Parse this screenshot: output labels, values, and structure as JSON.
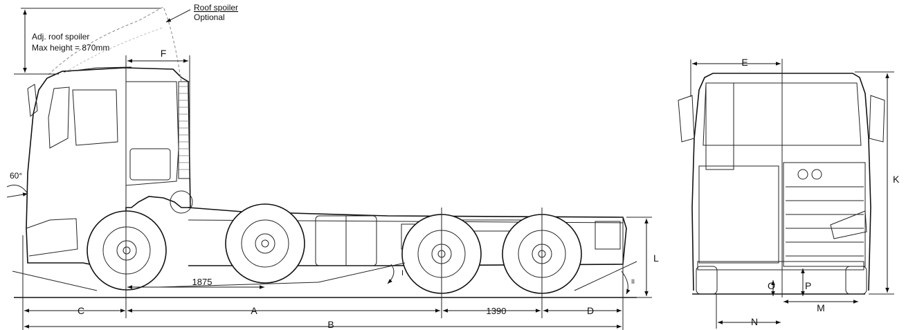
{
  "annotations": {
    "roof_spoiler": "Roof spoiler",
    "optional": "Optional",
    "adj_roof_spoiler": "Adj. roof spoiler",
    "max_height": "Max height = 870mm",
    "angle_60": "60°"
  },
  "dimensions": {
    "A": "A",
    "B": "B",
    "C": "C",
    "D": "D",
    "E": "E",
    "F": "F",
    "K": "K",
    "L": "L",
    "M": "M",
    "N": "N",
    "O": "O",
    "P": "P",
    "I": "I",
    "II": "II",
    "wheelbase_front": "1875",
    "wheelbase_rear": "1390"
  },
  "colors": {
    "line": "#111111",
    "background": "#ffffff"
  }
}
